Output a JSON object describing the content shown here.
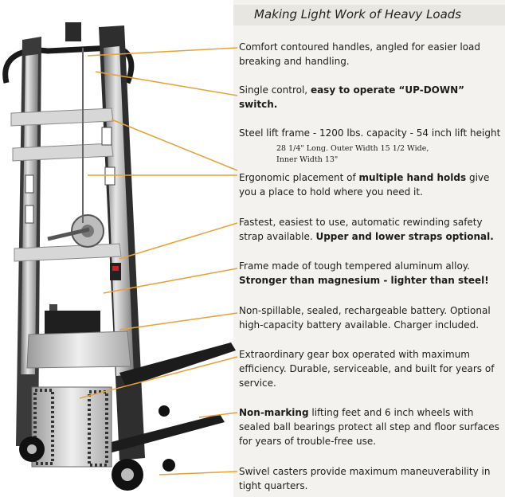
{
  "title": "Making Light Work of Heavy Loads",
  "features": [
    {
      "pre": "Comfort contoured handles, angled for easier load breaking and handling.",
      "bold": "",
      "post": ""
    },
    {
      "pre": "Single control, ",
      "bold": "easy to operate “UP-DOWN” switch.",
      "post": ""
    },
    {
      "pre": "Steel lift frame - 1200 lbs. capacity - 54 inch lift height",
      "bold": "",
      "post": ""
    },
    {
      "pre": "Ergonomic placement of ",
      "bold": "multiple hand holds",
      "post": " give you a place to hold where you need it."
    },
    {
      "pre": "Fastest, easiest to use, automatic rewinding safety strap available. ",
      "bold": "Upper and lower straps optional.",
      "post": ""
    },
    {
      "pre": "Frame made of tough tempered aluminum alloy. ",
      "bold": "Stronger than magnesium - lighter than steel!",
      "post": ""
    },
    {
      "pre": "Non-spillable, sealed, rechargeable battery. Optional high-capacity battery available. Charger included.",
      "bold": "",
      "post": ""
    },
    {
      "pre": "Extraordinary gear box operated with maximum efficiency. Durable, serviceable, and built for years of service.",
      "bold": "",
      "post": ""
    },
    {
      "pre": "",
      "bold": "Non-marking",
      "post": " lifting feet and 6 inch wheels with sealed ball bearings protect all step and floor surfaces for years of trouble-free use."
    },
    {
      "pre": "Swivel casters provide maximum maneuverability in tight quarters.",
      "bold": "",
      "post": ""
    }
  ],
  "dimensions": {
    "line1": "28 1/4\" Long. Outer Width 15 1/2 Wide,",
    "line2": "Inner Width 13\""
  },
  "colors": {
    "leader_line": "#e8a13a",
    "panel": "#f3f2ee"
  }
}
